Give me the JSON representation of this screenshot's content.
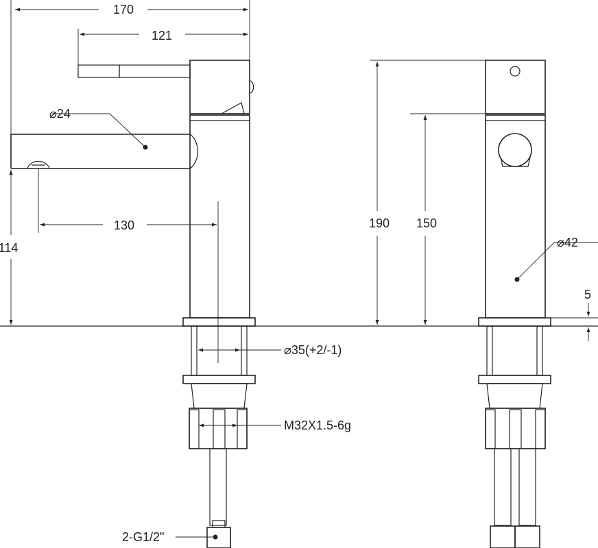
{
  "drawing": {
    "dimensions": {
      "overall_width": "170",
      "handle_reach": "121",
      "spout_reach": "130",
      "spout_height": "114",
      "total_height": "190",
      "body_height": "150",
      "spout_diameter": "⌀24",
      "body_diameter": "⌀42",
      "mount_diameter": "⌀35(+2/-1)",
      "thread": "M32X1.5-6g",
      "hose_connection": "2-G1/2\"",
      "base_thickness": "5"
    }
  }
}
